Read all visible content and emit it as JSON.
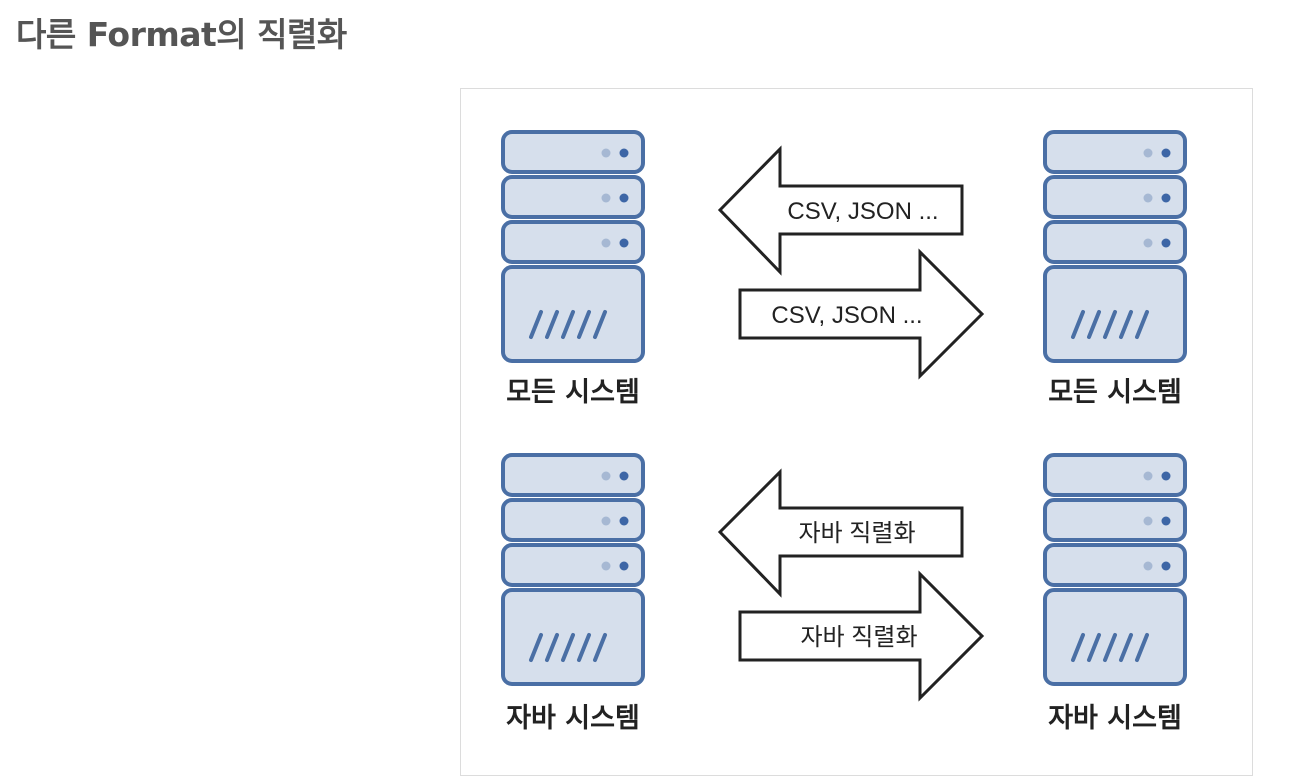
{
  "heading": "다른 Format의 직렬화",
  "diagram": {
    "top_left_caption": "모든 시스템",
    "top_right_caption": "모든 시스템",
    "bottom_left_caption": "자바 시스템",
    "bottom_right_caption": "자바 시스템",
    "arrow_top_left_label": "CSV, JSON ...",
    "arrow_top_right_label": "CSV, JSON ...",
    "arrow_bottom_left_label": "자바  직렬화",
    "arrow_bottom_right_label": "자바 직렬화"
  },
  "colors": {
    "server_fill": "#d6dfec",
    "server_stroke": "#4a6fa5",
    "indicator_dark": "#3d66a6",
    "indicator_light": "#a6b8d3",
    "arrow_stroke": "#222222"
  }
}
